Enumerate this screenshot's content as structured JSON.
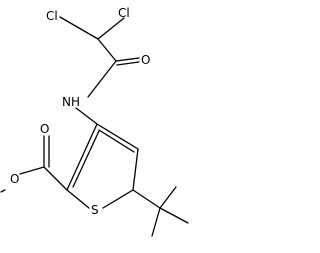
{
  "molecule": {
    "atom_labels": {
      "cl_left": "Cl",
      "cl_right": "Cl",
      "carbonyl_o_amide": "O",
      "nh": "NH",
      "ester_carbonyl_o": "O",
      "ester_o": "O",
      "sulfur": "S"
    },
    "bond_color": "#000000"
  }
}
